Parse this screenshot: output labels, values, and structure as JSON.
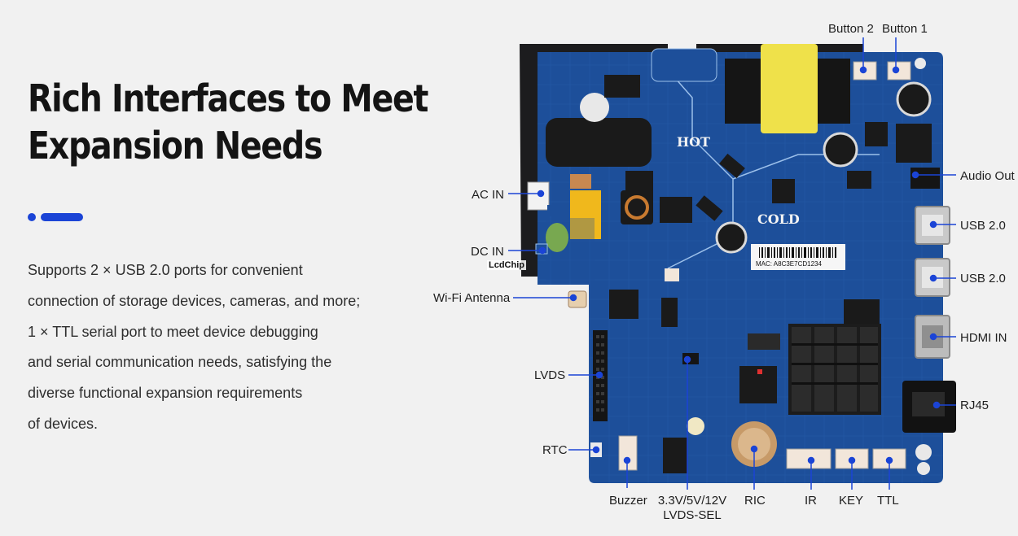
{
  "headline": {
    "line1": "Rich Interfaces to Meet",
    "line2": "Expansion Needs"
  },
  "colors": {
    "accent": "#1b44d6",
    "pcb": "#1d4f9a",
    "leader": "#1b44d6",
    "background": "#f1f1f1"
  },
  "description": [
    "Supports 2 × USB 2.0 ports for convenient",
    "connection of storage devices, cameras, and more;",
    "1 × TTL serial port to meet device debugging",
    "and serial communication needs, satisfying the",
    "diverse functional expansion requirements",
    "of devices."
  ],
  "board": {
    "watermark": "LcdChip",
    "mac_label": "MAC: A8C3E7CD1234",
    "hot_label": "HOT",
    "cold_label": "COLD",
    "callouts": {
      "button2": "Button 2",
      "button1": "Button 1",
      "audio_out": "Audio Out",
      "ac_in": "AC IN",
      "usb1": "USB 2.0",
      "dc_in": "DC IN",
      "usb2": "USB 2.0",
      "wifi": "Wi-Fi Antenna",
      "hdmi": "HDMI IN",
      "lvds": "LVDS",
      "rj45": "RJ45",
      "rtc": "RTC",
      "buzzer": "Buzzer",
      "vsel_line1": "3.3V/5V/12V",
      "vsel_line2": "LVDS-SEL",
      "ric": "RIC",
      "ir": "IR",
      "key": "KEY",
      "ttl": "TTL"
    }
  }
}
